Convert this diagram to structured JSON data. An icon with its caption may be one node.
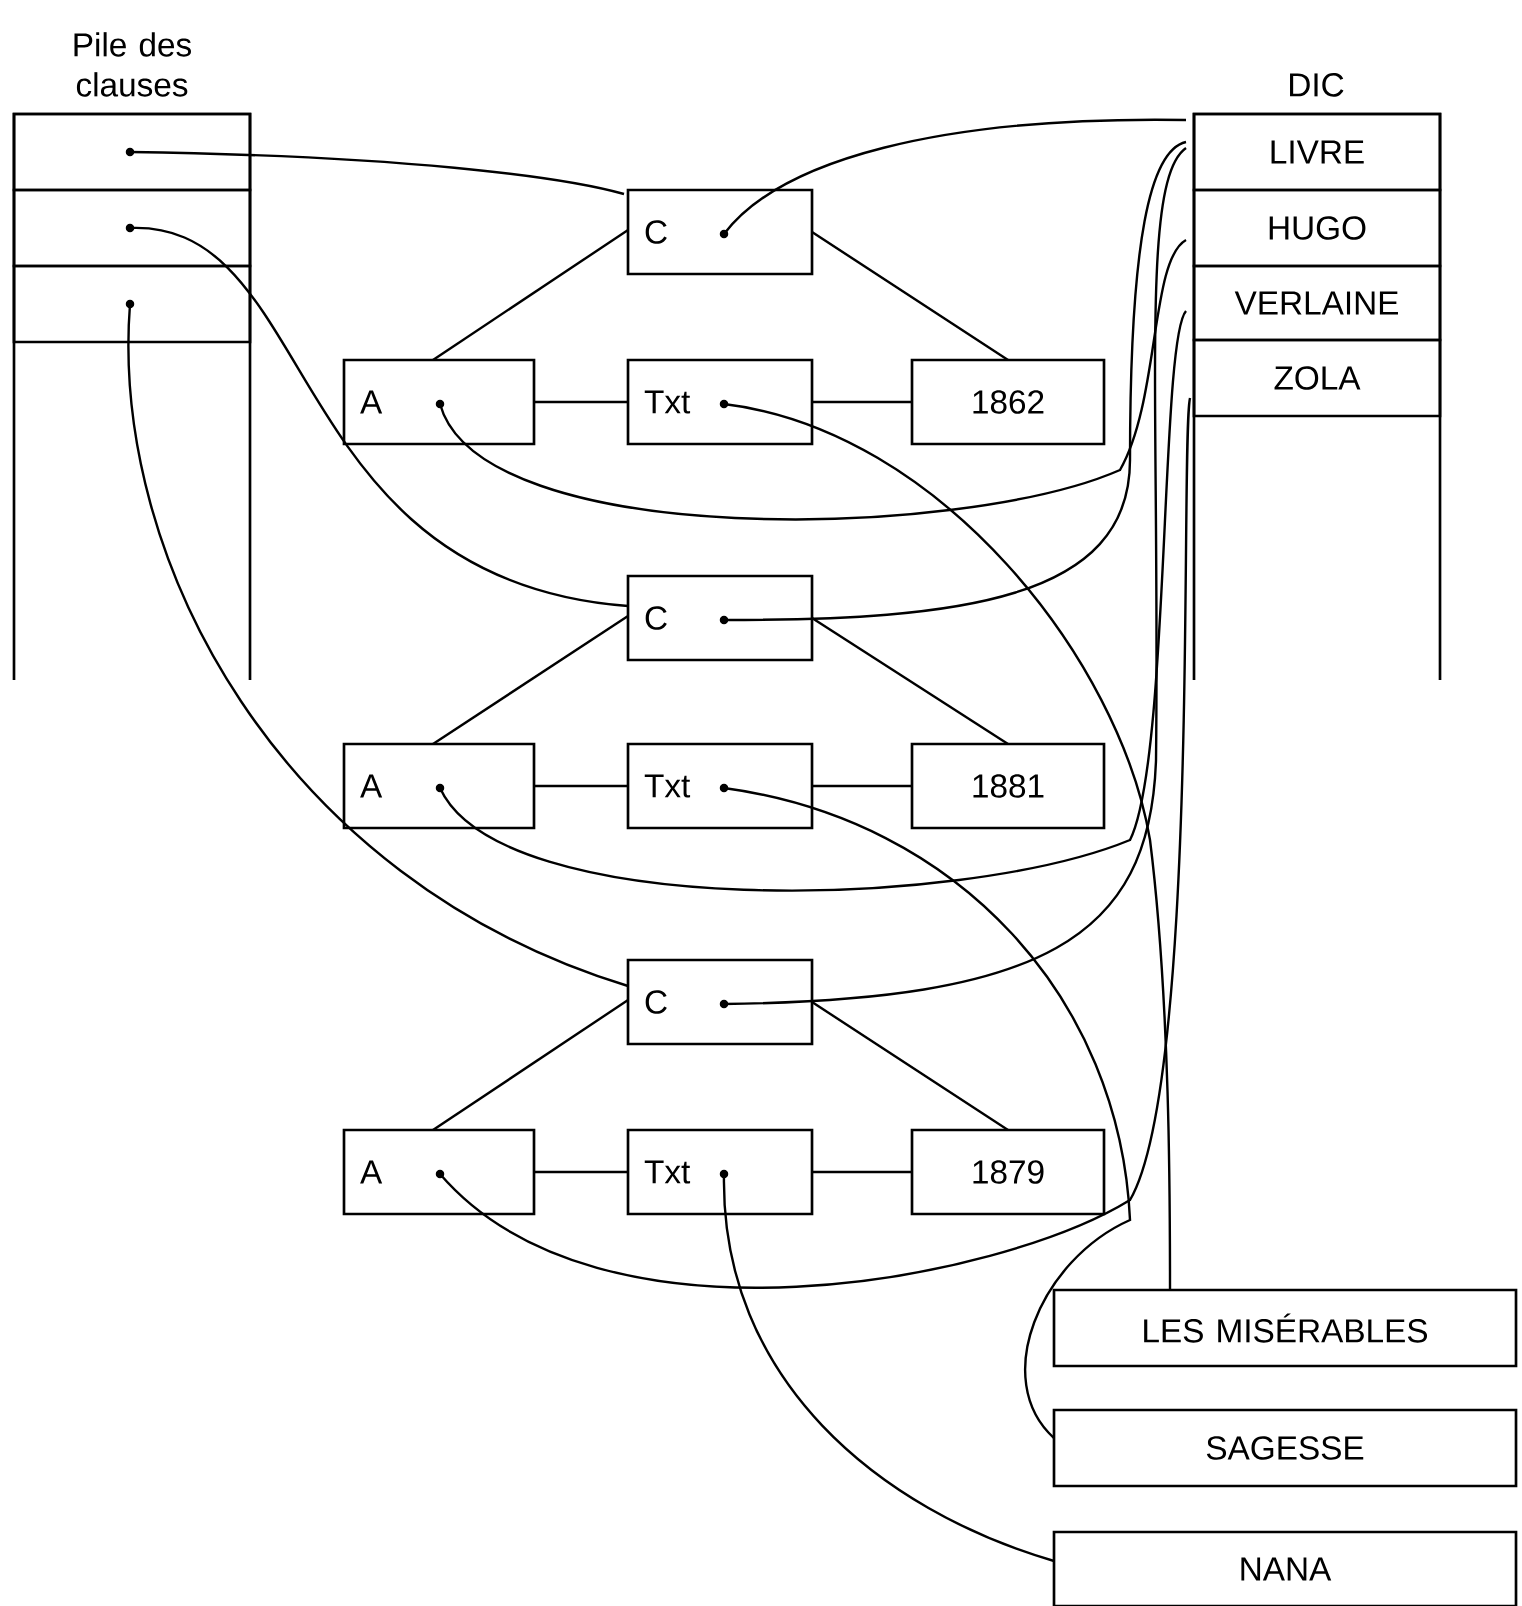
{
  "diagram": {
    "nodes": [
      {
        "text": [
          "Pile des clauses"
        ]
      },
      {
        "text": [],
        "shape": "box",
        "in": 0
      },
      {
        "text": [],
        "shape": "box",
        "in": 0
      },
      {
        "text": [],
        "shape": "box",
        "in": 0
      },
      {
        "text": [
          "DIC"
        ]
      },
      {
        "text": [
          "LIVRE"
        ],
        "in": 4
      },
      {
        "text": [
          "HUGO"
        ],
        "in": 4
      },
      {
        "text": [
          "VERLAINE"
        ],
        "in": 4
      },
      {
        "text": [
          "ZOLA"
        ],
        "in": 4
      },
      {
        "text": [
          "C"
        ]
      },
      {
        "text": [
          "A"
        ]
      },
      {
        "text": [
          "Txt"
        ]
      },
      {
        "text": [
          "1862"
        ]
      },
      {
        "text": [
          "C"
        ]
      },
      {
        "text": [
          "A"
        ]
      },
      {
        "text": [
          "Txt"
        ]
      },
      {
        "text": [
          "1881"
        ]
      },
      {
        "text": [
          "C"
        ]
      },
      {
        "text": [
          "A"
        ]
      },
      {
        "text": [
          "Txt"
        ]
      },
      {
        "text": [
          "1879"
        ]
      },
      {
        "text": [
          "LES MISÉRABLES"
        ]
      },
      {
        "text": [
          "SAGESSE"
        ]
      },
      {
        "text": [
          "NANA"
        ]
      }
    ],
    "edges": [
      {
        "from": 1,
        "to": 9,
        "arrow": "none"
      },
      {
        "from": 2,
        "to": 13,
        "arrow": "none"
      },
      {
        "from": 3,
        "to": 17,
        "arrow": "none"
      },
      {
        "from": 9,
        "to": 10,
        "arrow": "none"
      },
      {
        "from": 9,
        "to": 12,
        "arrow": "none"
      },
      {
        "from": 10,
        "to": 11,
        "arrow": "none"
      },
      {
        "from": 11,
        "to": 12,
        "arrow": "none"
      },
      {
        "from": 13,
        "to": 14,
        "arrow": "none"
      },
      {
        "from": 13,
        "to": 16,
        "arrow": "none"
      },
      {
        "from": 14,
        "to": 15,
        "arrow": "none"
      },
      {
        "from": 15,
        "to": 16,
        "arrow": "none"
      },
      {
        "from": 17,
        "to": 18,
        "arrow": "none"
      },
      {
        "from": 17,
        "to": 20,
        "arrow": "none"
      },
      {
        "from": 18,
        "to": 19,
        "arrow": "none"
      },
      {
        "from": 19,
        "to": 20,
        "arrow": "none"
      },
      {
        "from": 9,
        "to": 5,
        "arrow": "none"
      },
      {
        "from": 13,
        "to": 5,
        "arrow": "none"
      },
      {
        "from": 17,
        "to": 5,
        "arrow": "none"
      },
      {
        "from": 10,
        "to": 6,
        "arrow": "none"
      },
      {
        "from": 14,
        "to": 7,
        "arrow": "none"
      },
      {
        "from": 18,
        "to": 8,
        "arrow": "none"
      },
      {
        "from": 11,
        "to": 21,
        "arrow": "none"
      },
      {
        "from": 15,
        "to": 22,
        "arrow": "none"
      },
      {
        "from": 19,
        "to": 23,
        "arrow": "none"
      }
    ]
  }
}
